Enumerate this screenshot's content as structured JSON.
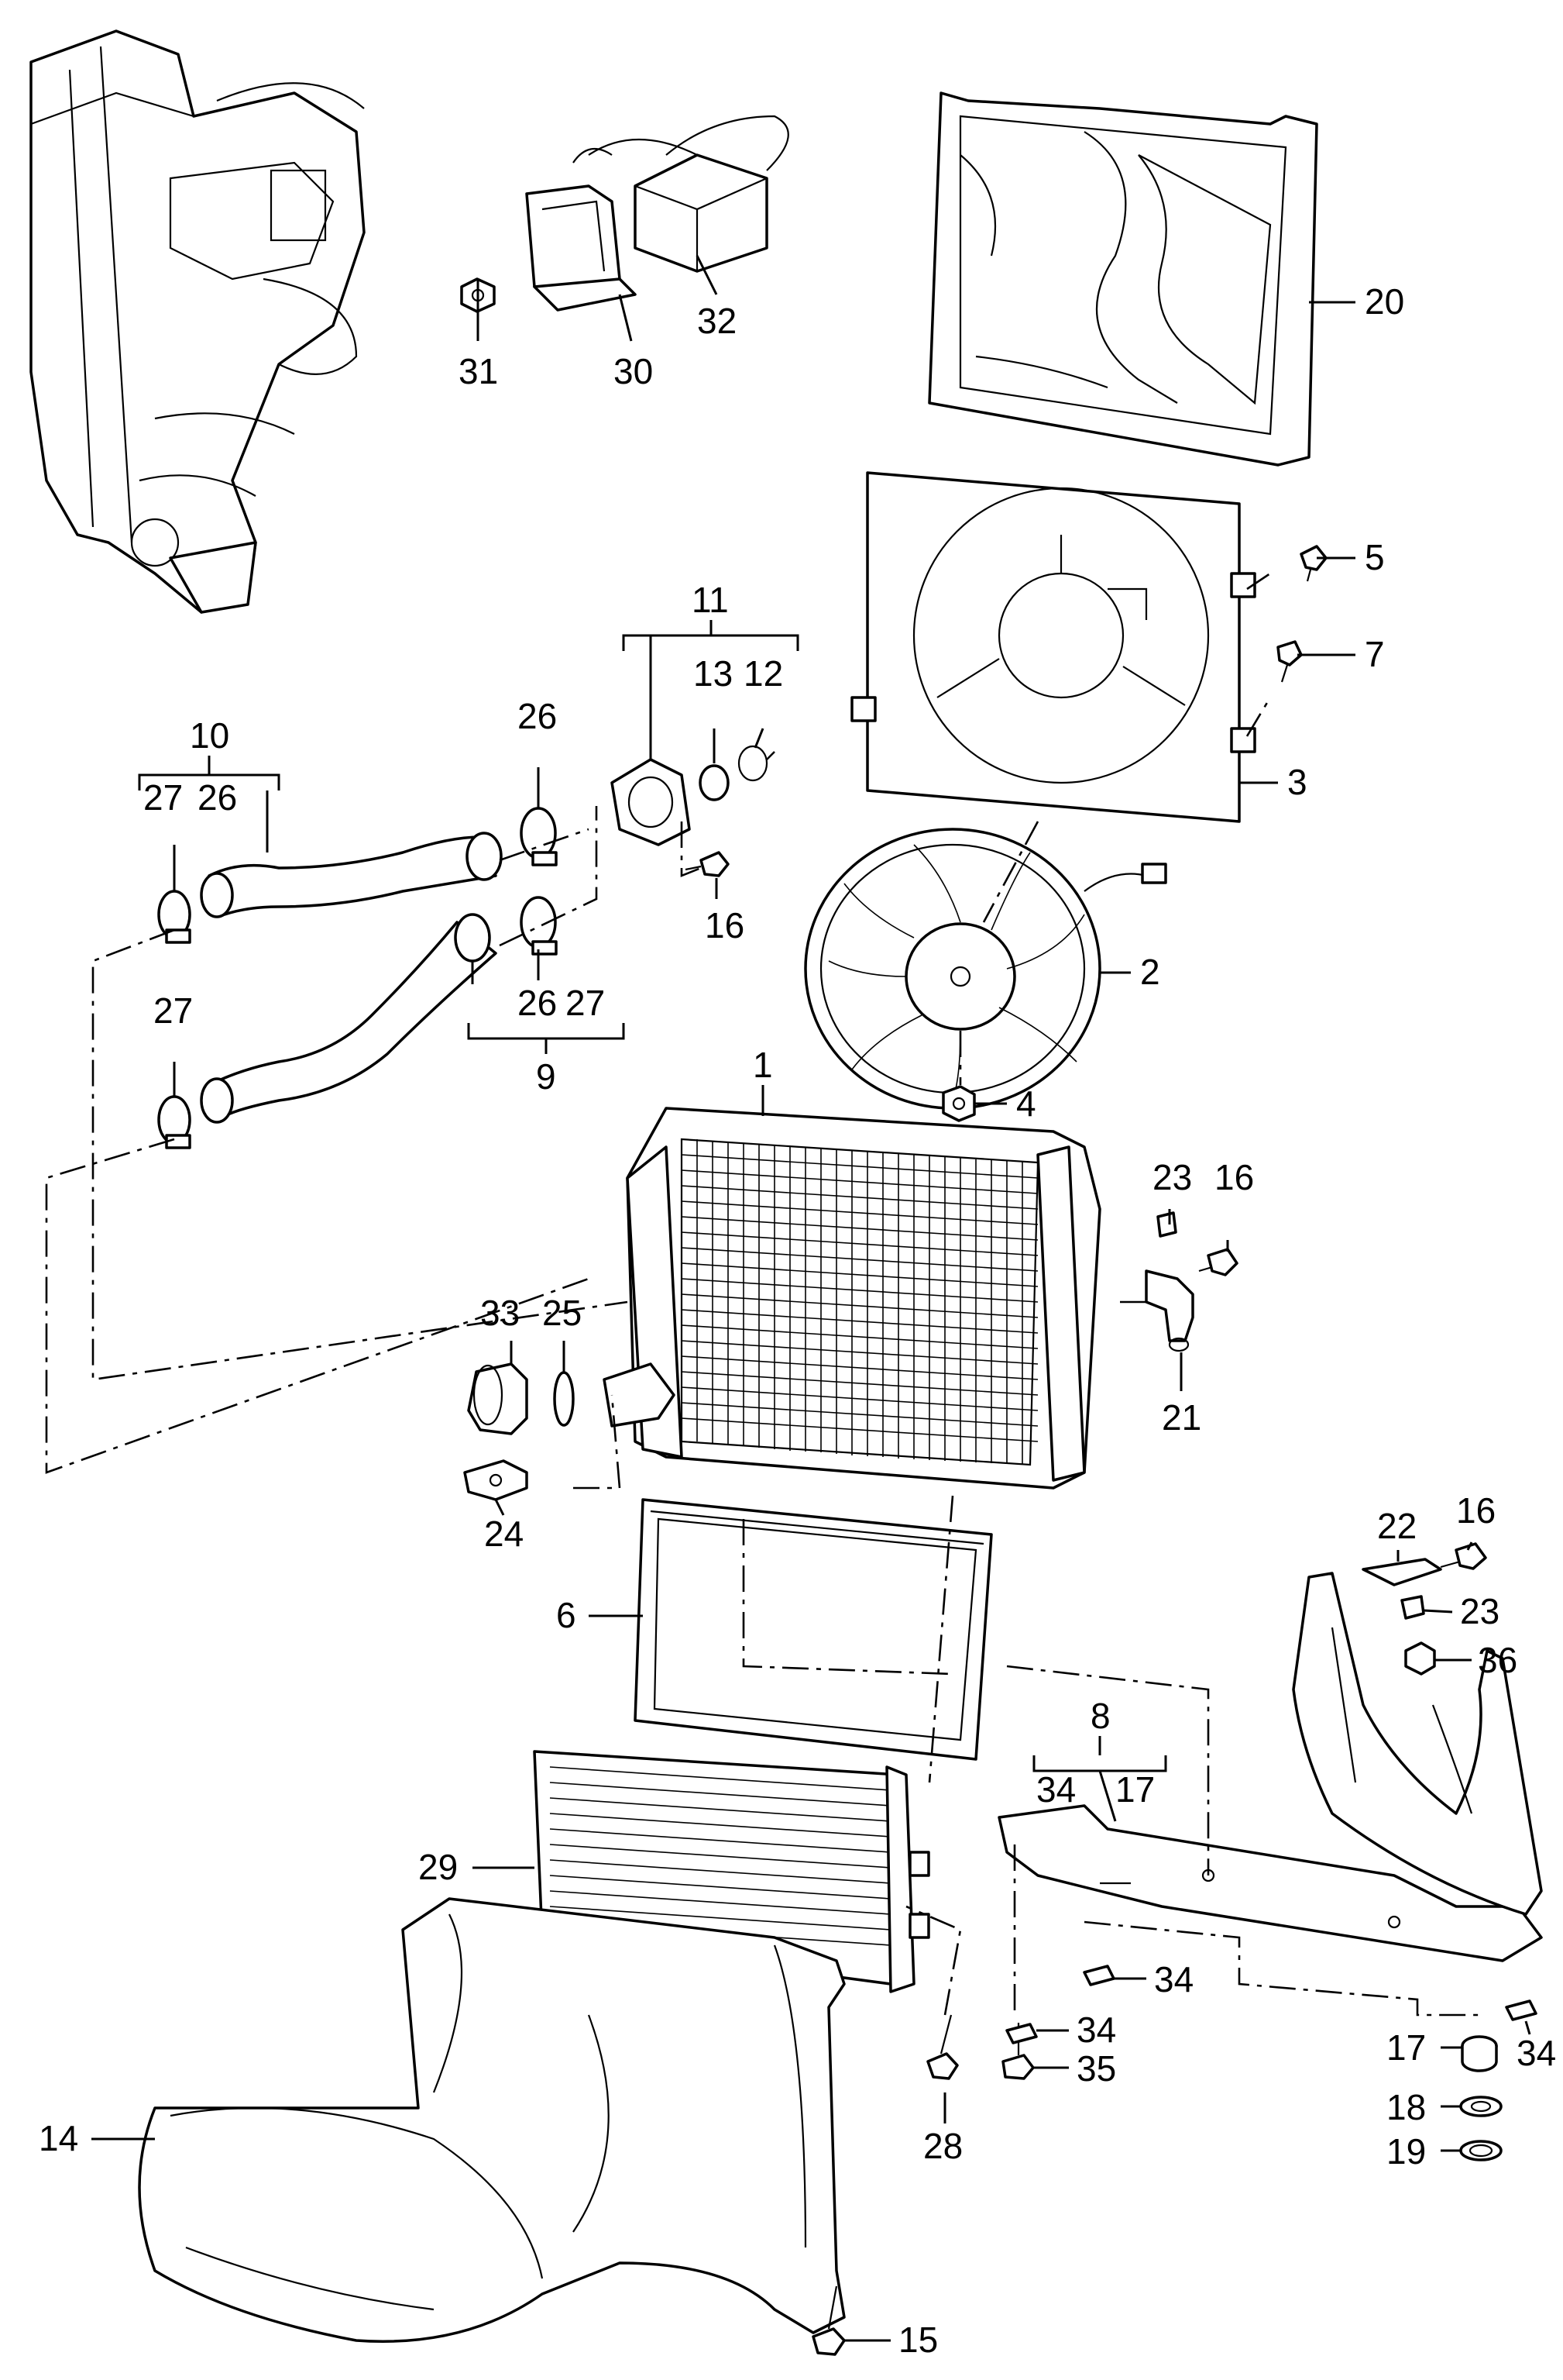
{
  "diagram": {
    "callouts": {
      "c1": "1",
      "c2": "2",
      "c3": "3",
      "c4": "4",
      "c5": "5",
      "c6": "6",
      "c7": "7",
      "c8": "8",
      "c9": "9",
      "c10": "10",
      "c11": "11",
      "c12": "12",
      "c13": "13",
      "c14": "14",
      "c15": "15",
      "c16a": "16",
      "c16b": "16",
      "c16c": "16",
      "c17a": "17",
      "c17b": "17",
      "c18": "18",
      "c19": "19",
      "c20": "20",
      "c21": "21",
      "c22": "22",
      "c23a": "23",
      "c23b": "23",
      "c24": "24",
      "c25": "25",
      "c26a": "26",
      "c26b": "26",
      "c26c": "26",
      "c27a": "27",
      "c27b": "27",
      "c27c": "27",
      "c28": "28",
      "c29": "29",
      "c30": "30",
      "c31": "31",
      "c32": "32",
      "c33": "33",
      "c34a": "34",
      "c34b": "34",
      "c34c": "34",
      "c34d": "34",
      "c35": "35",
      "c36": "36"
    }
  }
}
